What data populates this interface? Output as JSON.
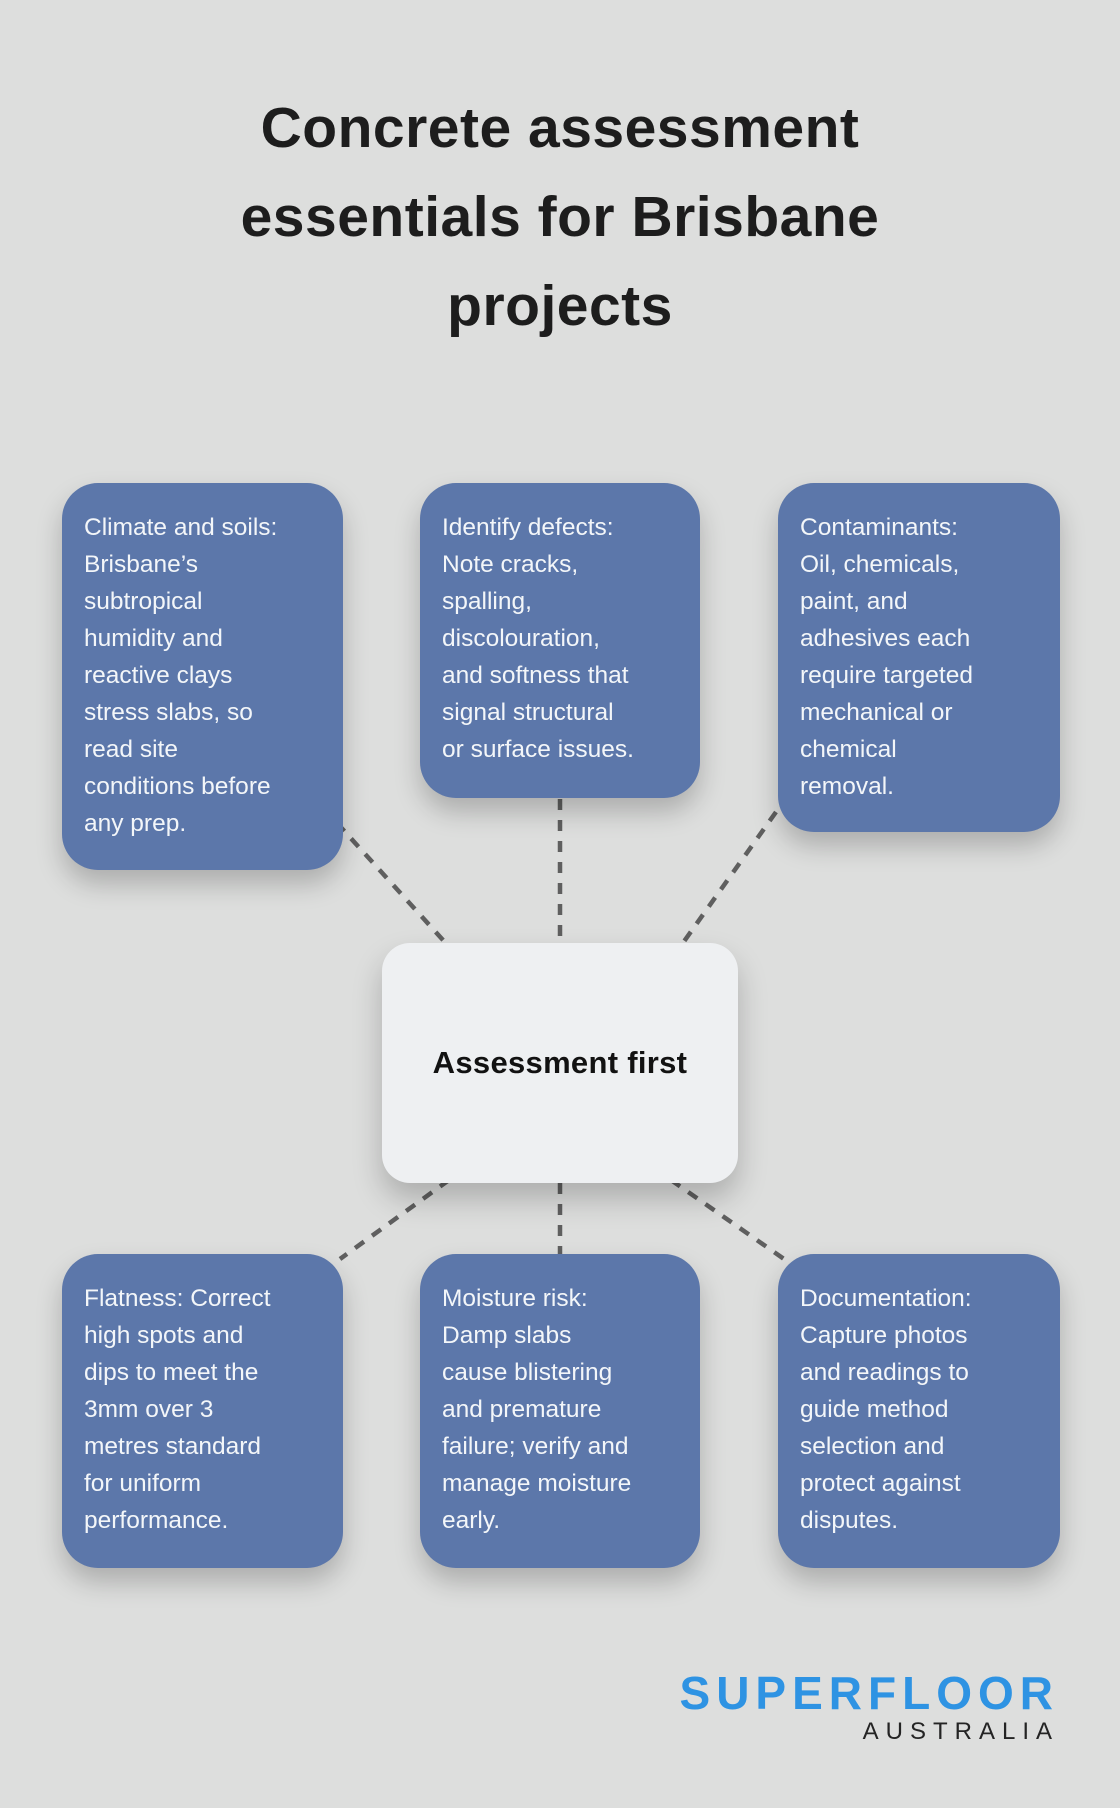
{
  "colors": {
    "background": "#dddedd",
    "topic_box_fill": "#5c77aa",
    "topic_box_text": "#f3f6f9",
    "center_box_fill": "#eef0f2",
    "connector_line": "#5f5f5f",
    "title_text": "#1d1d1d",
    "logo_primary_blue": "#2e93e3",
    "logo_secondary_dark": "#242424"
  },
  "title": {
    "lines": [
      "Concrete assessment",
      "essentials for Brisbane",
      "projects"
    ]
  },
  "center": {
    "label": "Assessment first"
  },
  "nodes": [
    {
      "id": "climate-and-soils",
      "lines": [
        "Climate and soils:",
        "Brisbane’s",
        "subtropical",
        "humidity and",
        "reactive clays",
        "stress slabs, so",
        "read site",
        "conditions before",
        "any prep."
      ]
    },
    {
      "id": "identify-defects",
      "lines": [
        "Identify defects:",
        "Note cracks,",
        "spalling,",
        "discolouration,",
        "and softness that",
        "signal structural",
        "or surface issues."
      ]
    },
    {
      "id": "contaminants",
      "lines": [
        "Contaminants:",
        "Oil, chemicals,",
        "paint, and",
        "adhesives each",
        "require targeted",
        "mechanical or",
        "chemical",
        "removal."
      ]
    },
    {
      "id": "flatness",
      "lines": [
        "Flatness: Correct",
        "high spots and",
        "dips to meet the",
        "3mm over 3",
        "metres standard",
        "for uniform",
        "performance."
      ]
    },
    {
      "id": "moisture-risk",
      "lines": [
        "Moisture risk:",
        "Damp slabs",
        "cause blistering",
        "and premature",
        "failure; verify and",
        "manage moisture",
        "early."
      ]
    },
    {
      "id": "documentation",
      "lines": [
        "Documentation:",
        "Capture photos",
        "and readings to",
        "guide method",
        "selection and",
        "protect against",
        "disputes."
      ]
    }
  ],
  "logo": {
    "name": "SUPERFLOOR",
    "region": "AUSTRALIA"
  }
}
